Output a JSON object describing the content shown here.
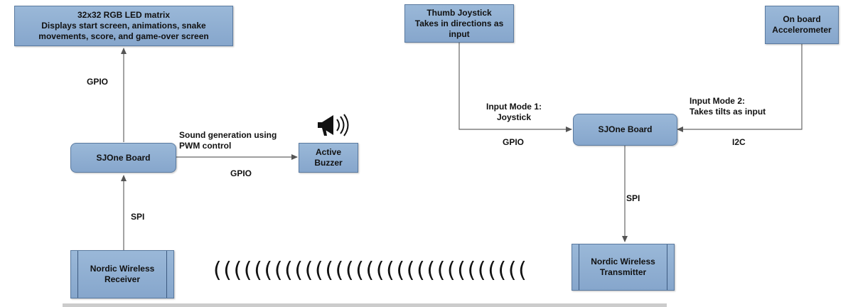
{
  "left": {
    "led_matrix": "32x32 RGB LED matrix\nDisplays start screen, animations, snake\nmovements, score, and game-over screen",
    "sjone": "SJOne Board",
    "buzzer": "Active\nBuzzer",
    "receiver": "Nordic Wireless\nReceiver",
    "label_gpio_up": "GPIO",
    "label_sound": "Sound generation using\nPWM control",
    "label_gpio_buzzer": "GPIO",
    "label_spi": "SPI",
    "buzzer_icon": "megaphone-icon"
  },
  "right": {
    "joystick": "Thumb Joystick\nTakes in directions as\ninput",
    "accelerometer": "On board\nAccelerometer",
    "sjone": "SJOne Board",
    "transmitter": "Nordic Wireless\nTransmitter",
    "label_mode1": "Input Mode 1:\nJoystick",
    "label_gpio": "GPIO",
    "label_mode2": "Input Mode 2:\nTakes tilts as input",
    "label_i2c": "I2C",
    "label_spi": "SPI"
  },
  "wireless_waves": "(((((((((((((((((((((((((((((((",
  "colors": {
    "box_fill": "#8fb0d4",
    "box_border": "#5a7aa0",
    "line": "#666666"
  }
}
